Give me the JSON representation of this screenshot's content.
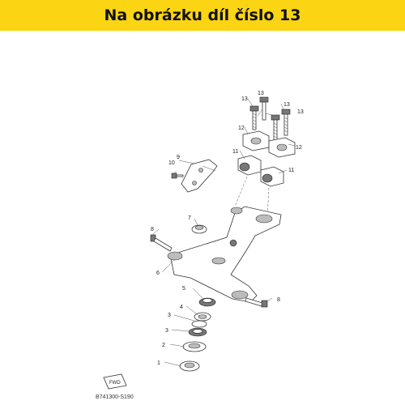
{
  "banner": {
    "text": "Na obrázku díl číslo 13"
  },
  "diagram_code": "B741300-S190",
  "fwd_label": "FWD",
  "callouts": {
    "c1": "1",
    "c2": "2",
    "c3a": "3",
    "c3b": "3",
    "c4": "4",
    "c5": "5",
    "c6": "6",
    "c7": "7",
    "c8a": "8",
    "c8b": "8",
    "c9": "9",
    "c10": "10",
    "c11a": "11",
    "c11b": "11",
    "c12a": "12",
    "c12b": "12",
    "c13a": "13",
    "c13b": "13",
    "c13c": "13",
    "c13d": "13"
  },
  "colors": {
    "banner_bg": "#fbd514",
    "line": "#333333",
    "shade": "#bcbcbc"
  }
}
